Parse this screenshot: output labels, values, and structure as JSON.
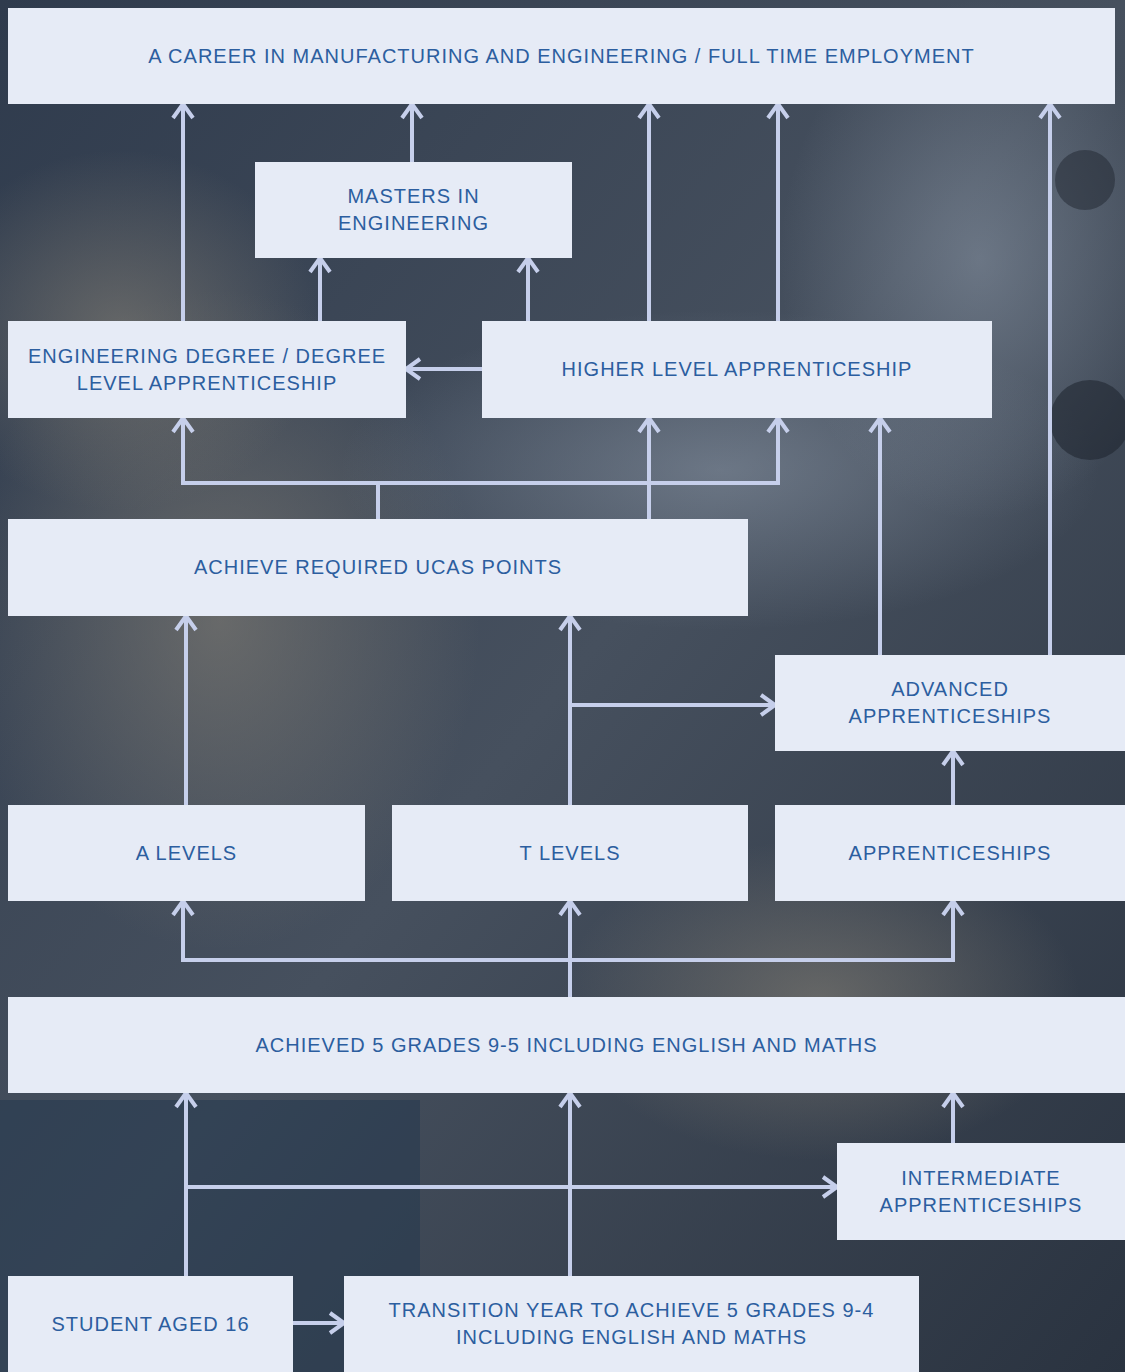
{
  "diagram": {
    "nodes": [
      {
        "text": [
          "A CAREER IN MANUFACTURING AND ENGINEERING / FULL TIME EMPLOYMENT"
        ]
      },
      {
        "text": [
          "MASTERS IN ENGINEERING"
        ]
      },
      {
        "text": [
          "ENGINEERING DEGREE / DEGREE LEVEL APPRENTICESHIP"
        ]
      },
      {
        "text": [
          "HIGHER LEVEL APPRENTICESHIP"
        ]
      },
      {
        "text": [
          "ACHIEVE REQUIRED UCAS POINTS"
        ]
      },
      {
        "text": [
          "ADVANCED APPRENTICESHIPS"
        ]
      },
      {
        "text": [
          "A LEVELS"
        ]
      },
      {
        "text": [
          "T LEVELS"
        ]
      },
      {
        "text": [
          "APPRENTICESHIPS"
        ]
      },
      {
        "text": [
          "ACHIEVED 5 GRADES 9-5 INCLUDING ENGLISH AND MATHS"
        ]
      },
      {
        "text": [
          "INTERMEDIATE APPRENTICESHIPS"
        ]
      },
      {
        "text": [
          "STUDENT AGED 16"
        ]
      },
      {
        "text": [
          "TRANSITION YEAR TO ACHIEVE 5 GRADES 9-4 INCLUDING ENGLISH AND MATHS"
        ]
      }
    ],
    "edges": [
      {
        "from": 2,
        "to": 0,
        "arrow": "to"
      },
      {
        "from": 1,
        "to": 0,
        "arrow": "to"
      },
      {
        "from": 3,
        "to": 0,
        "arrow": "to"
      },
      {
        "from": 3,
        "to": 0,
        "arrow": "to"
      },
      {
        "from": 5,
        "to": 0,
        "arrow": "to"
      },
      {
        "from": 2,
        "to": 1,
        "arrow": "to"
      },
      {
        "from": 3,
        "to": 1,
        "arrow": "to"
      },
      {
        "from": 3,
        "to": 2,
        "arrow": "to"
      },
      {
        "from": 4,
        "to": 2,
        "arrow": "to"
      },
      {
        "from": 4,
        "to": 3,
        "arrow": "to"
      },
      {
        "from": 4,
        "to": 3,
        "arrow": "to"
      },
      {
        "from": 5,
        "to": 3,
        "arrow": "to"
      },
      {
        "from": 6,
        "to": 4,
        "arrow": "to"
      },
      {
        "from": 7,
        "to": 4,
        "arrow": "to"
      },
      {
        "from": 7,
        "to": 5,
        "arrow": "to"
      },
      {
        "from": 8,
        "to": 5,
        "arrow": "to"
      },
      {
        "from": 9,
        "to": 6,
        "arrow": "to"
      },
      {
        "from": 9,
        "to": 7,
        "arrow": "to"
      },
      {
        "from": 9,
        "to": 8,
        "arrow": "to"
      },
      {
        "from": 11,
        "to": 9,
        "arrow": "to"
      },
      {
        "from": 11,
        "to": 10,
        "arrow": "to"
      },
      {
        "from": 11,
        "to": 12,
        "arrow": "to"
      },
      {
        "from": 12,
        "to": 9,
        "arrow": "to"
      },
      {
        "from": 10,
        "to": 9,
        "arrow": "to"
      }
    ]
  }
}
